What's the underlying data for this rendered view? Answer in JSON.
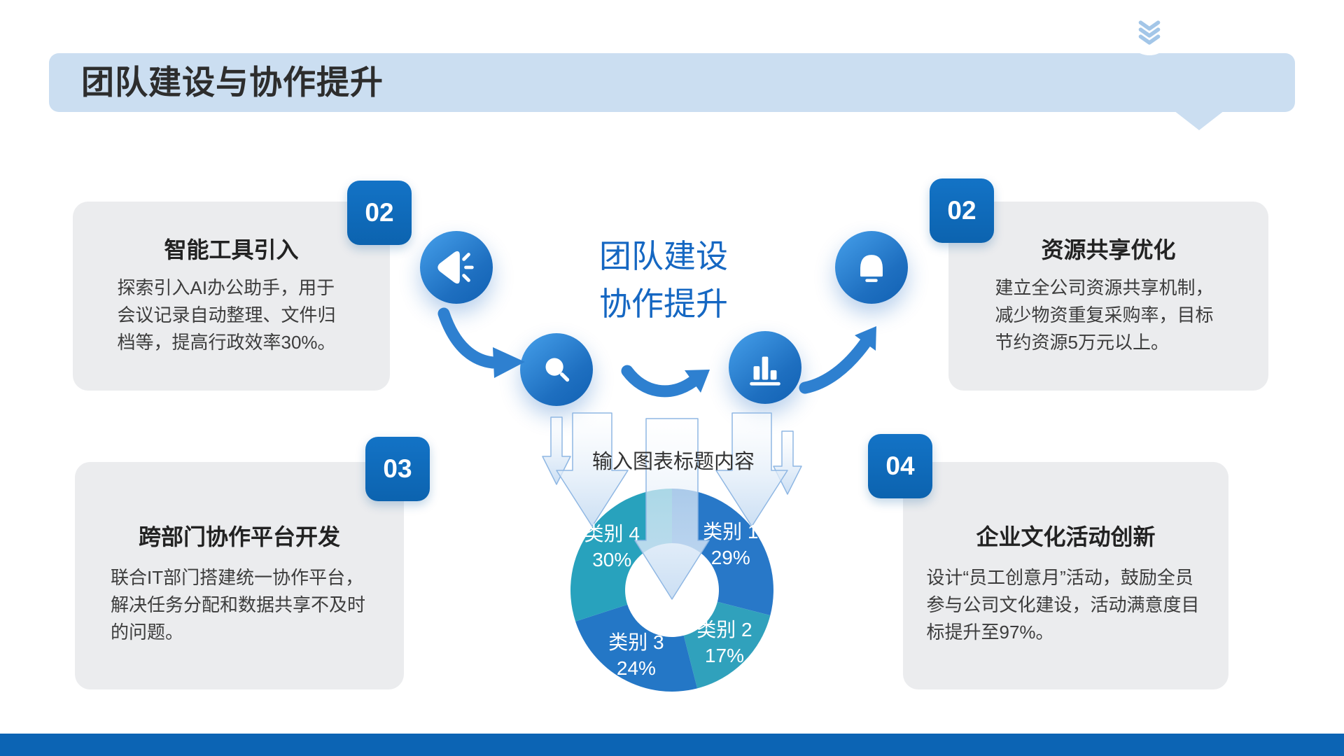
{
  "header": {
    "title": "团队建设与协作提升",
    "icon": "chevrons-down"
  },
  "center": {
    "line1": "团队建设",
    "line2": "协作提升",
    "process_icons": [
      "megaphone",
      "search",
      "bar-chart",
      "bell"
    ]
  },
  "cards": [
    {
      "badge": "02",
      "title": "智能工具引入",
      "body": "探索引入AI办公助手，用于会议记录自动整理、文件归档等，提高行政效率30%。"
    },
    {
      "badge": "02",
      "title": "资源共享优化",
      "body": "建立全公司资源共享机制，减少物资重复采购率，目标节约资源5万元以上。"
    },
    {
      "badge": "03",
      "title": "跨部门协作平台开发",
      "body": "联合IT部门搭建统一协作平台，解决任务分配和数据共享不及时的问题。"
    },
    {
      "badge": "04",
      "title": "企业文化活动创新",
      "body": "设计“员工创意月”活动，鼓励全员参与公司文化建设，活动满意度目标提升至97%。"
    }
  ],
  "chart_data": {
    "type": "pie",
    "title": "输入图表标题内容",
    "categories": [
      "类别 1",
      "类别 2",
      "类别 3",
      "类别 4"
    ],
    "values": [
      29,
      17,
      24,
      30
    ],
    "labels": [
      "29%",
      "17%",
      "24%",
      "30%"
    ],
    "colors": [
      "#2878C8",
      "#30A1BC",
      "#2477C6",
      "#28A2BD"
    ],
    "donut": true,
    "inner_radius_ratio": 0.46,
    "start_angle_deg": 0,
    "direction": "clockwise",
    "legend": "none",
    "label_position": "inside"
  },
  "colors": {
    "title_bar_bg": "#CBDEF1",
    "card_bg": "#EBECEE",
    "badge_bg": "#0F6CBC",
    "accent_blue": "#1567C2",
    "arrow_blue": "#2E80D0",
    "icon_circle_gradient": [
      "#46A0EB",
      "#1161B3"
    ],
    "bottom_bar": "#0C64B4"
  }
}
